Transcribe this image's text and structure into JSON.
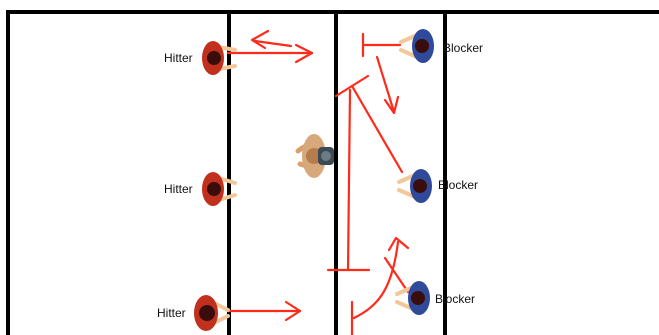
{
  "colors": {
    "court_line": "#000000",
    "arrow": "#ff2a1a",
    "hitter_shirt": "#c0301c",
    "blocker_shirt": "#2f4a9a",
    "hair": "#3a0d0d",
    "skin": "#f2c79a"
  },
  "hitters": [
    {
      "label": "Hitter"
    },
    {
      "label": "Hitter"
    },
    {
      "label": "Hitter"
    }
  ],
  "blockers": [
    {
      "label": "Blocker"
    },
    {
      "label": "Blocker"
    },
    {
      "label": "Blocker"
    }
  ],
  "coach": {
    "icon": "coach-with-ball-icon"
  }
}
